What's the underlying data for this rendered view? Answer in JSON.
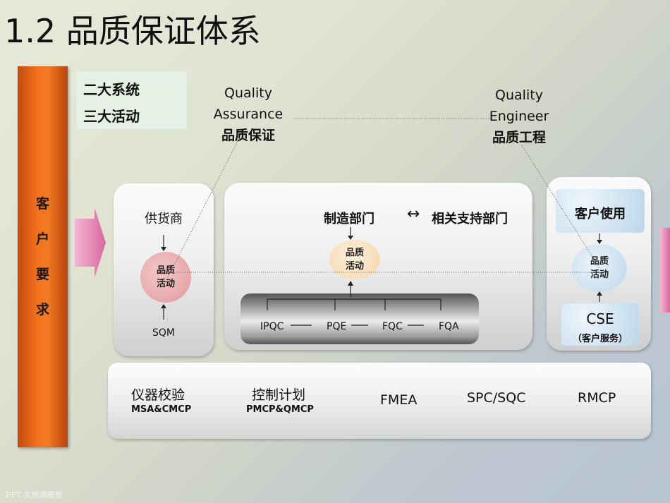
{
  "title": "1.2  品质保证体系",
  "customer_requirements": [
    "客",
    "户",
    "要",
    "求"
  ],
  "legend": [
    "二大系统",
    "三大活动"
  ],
  "qa": {
    "line1": "Quality",
    "line2": "Assurance",
    "cn": "品质保证"
  },
  "qe": {
    "line1": "Quality",
    "line2": "Engineer",
    "cn": "品质工程"
  },
  "supplier": {
    "label": "供货商",
    "activity": [
      "品质",
      "活动"
    ],
    "sqm": "SQM"
  },
  "manufacturing": {
    "label": "制造部门",
    "arrow": "↔",
    "support": "相关支持部门",
    "activity": [
      "品质",
      "活动"
    ]
  },
  "process_steps": [
    "IPQC",
    "PQE",
    "FQC",
    "FQA"
  ],
  "customer": {
    "use": "客户使用",
    "activity": [
      "品质",
      "活动"
    ],
    "cse": "CSE",
    "cse_sub": "（客户服务）"
  },
  "tools": [
    {
      "cn": "仪器校验",
      "sub": "MSA&CMCP"
    },
    {
      "cn": "控制计划",
      "sub": "PMCP&QMCP"
    },
    {
      "cn": "FMEA",
      "sub": ""
    },
    {
      "cn": "SPC/SQC",
      "sub": ""
    },
    {
      "cn": "RMCP",
      "sub": ""
    }
  ],
  "footer": "PPT 文档演模板",
  "colors": {
    "orange": "#f4721c",
    "pink_arrow": "#e58ab8",
    "supplier_circle": "#e9a8aa",
    "mfg_circle": "#f8e1bc",
    "customer_circle": "#cfe3f1"
  }
}
